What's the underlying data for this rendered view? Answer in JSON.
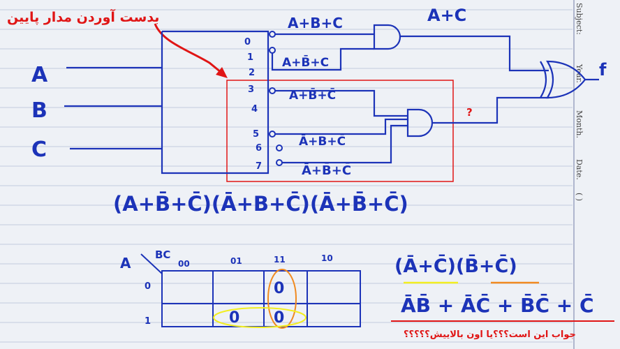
{
  "inputs": {
    "a": "A",
    "b": "B",
    "c": "C"
  },
  "decoder_outputs": [
    "0",
    "1",
    "2",
    "3",
    "4",
    "5",
    "6",
    "7"
  ],
  "terms": {
    "t0": "A+B+C",
    "t1": "A+B̄+C",
    "t3": "A+B̄+C̄",
    "t5": "Ā+B+C̄",
    "t7": "Ā+B̄+C̄"
  },
  "top_label": "A+C",
  "output_label": "f",
  "question_mark": "?",
  "annotation_top": "بدست آوردن مدار پایین",
  "product_expression": "(A+B̄+C̄)(Ā+B+C̄)(Ā+B̄+C̄)",
  "kmap": {
    "corner_a": "A",
    "corner_bc": "BC",
    "cols": [
      "00",
      "01",
      "11",
      "10"
    ],
    "rows": [
      "0",
      "1"
    ],
    "cells": [
      {
        "row": 0,
        "col": 2,
        "value": "0"
      },
      {
        "row": 1,
        "col": 1,
        "value": "0"
      },
      {
        "row": 1,
        "col": 2,
        "value": "0"
      }
    ]
  },
  "pos_result": "(Ā+C̄)(B̄+C̄)",
  "sop_result": "ĀB̄ + ĀC̄ + B̄C̄ + C̄",
  "annotation_bottom": "جواب این است؟؟؟یا اون بالاییش؟؟؟؟؟",
  "side_labels": [
    "Subject:",
    "Year.",
    "Month.",
    "Date.",
    "( )"
  ],
  "colors": {
    "ink": "#1c33b8",
    "red": "#e01515",
    "yellow": "#f2ee20",
    "orange": "#f08a20"
  }
}
